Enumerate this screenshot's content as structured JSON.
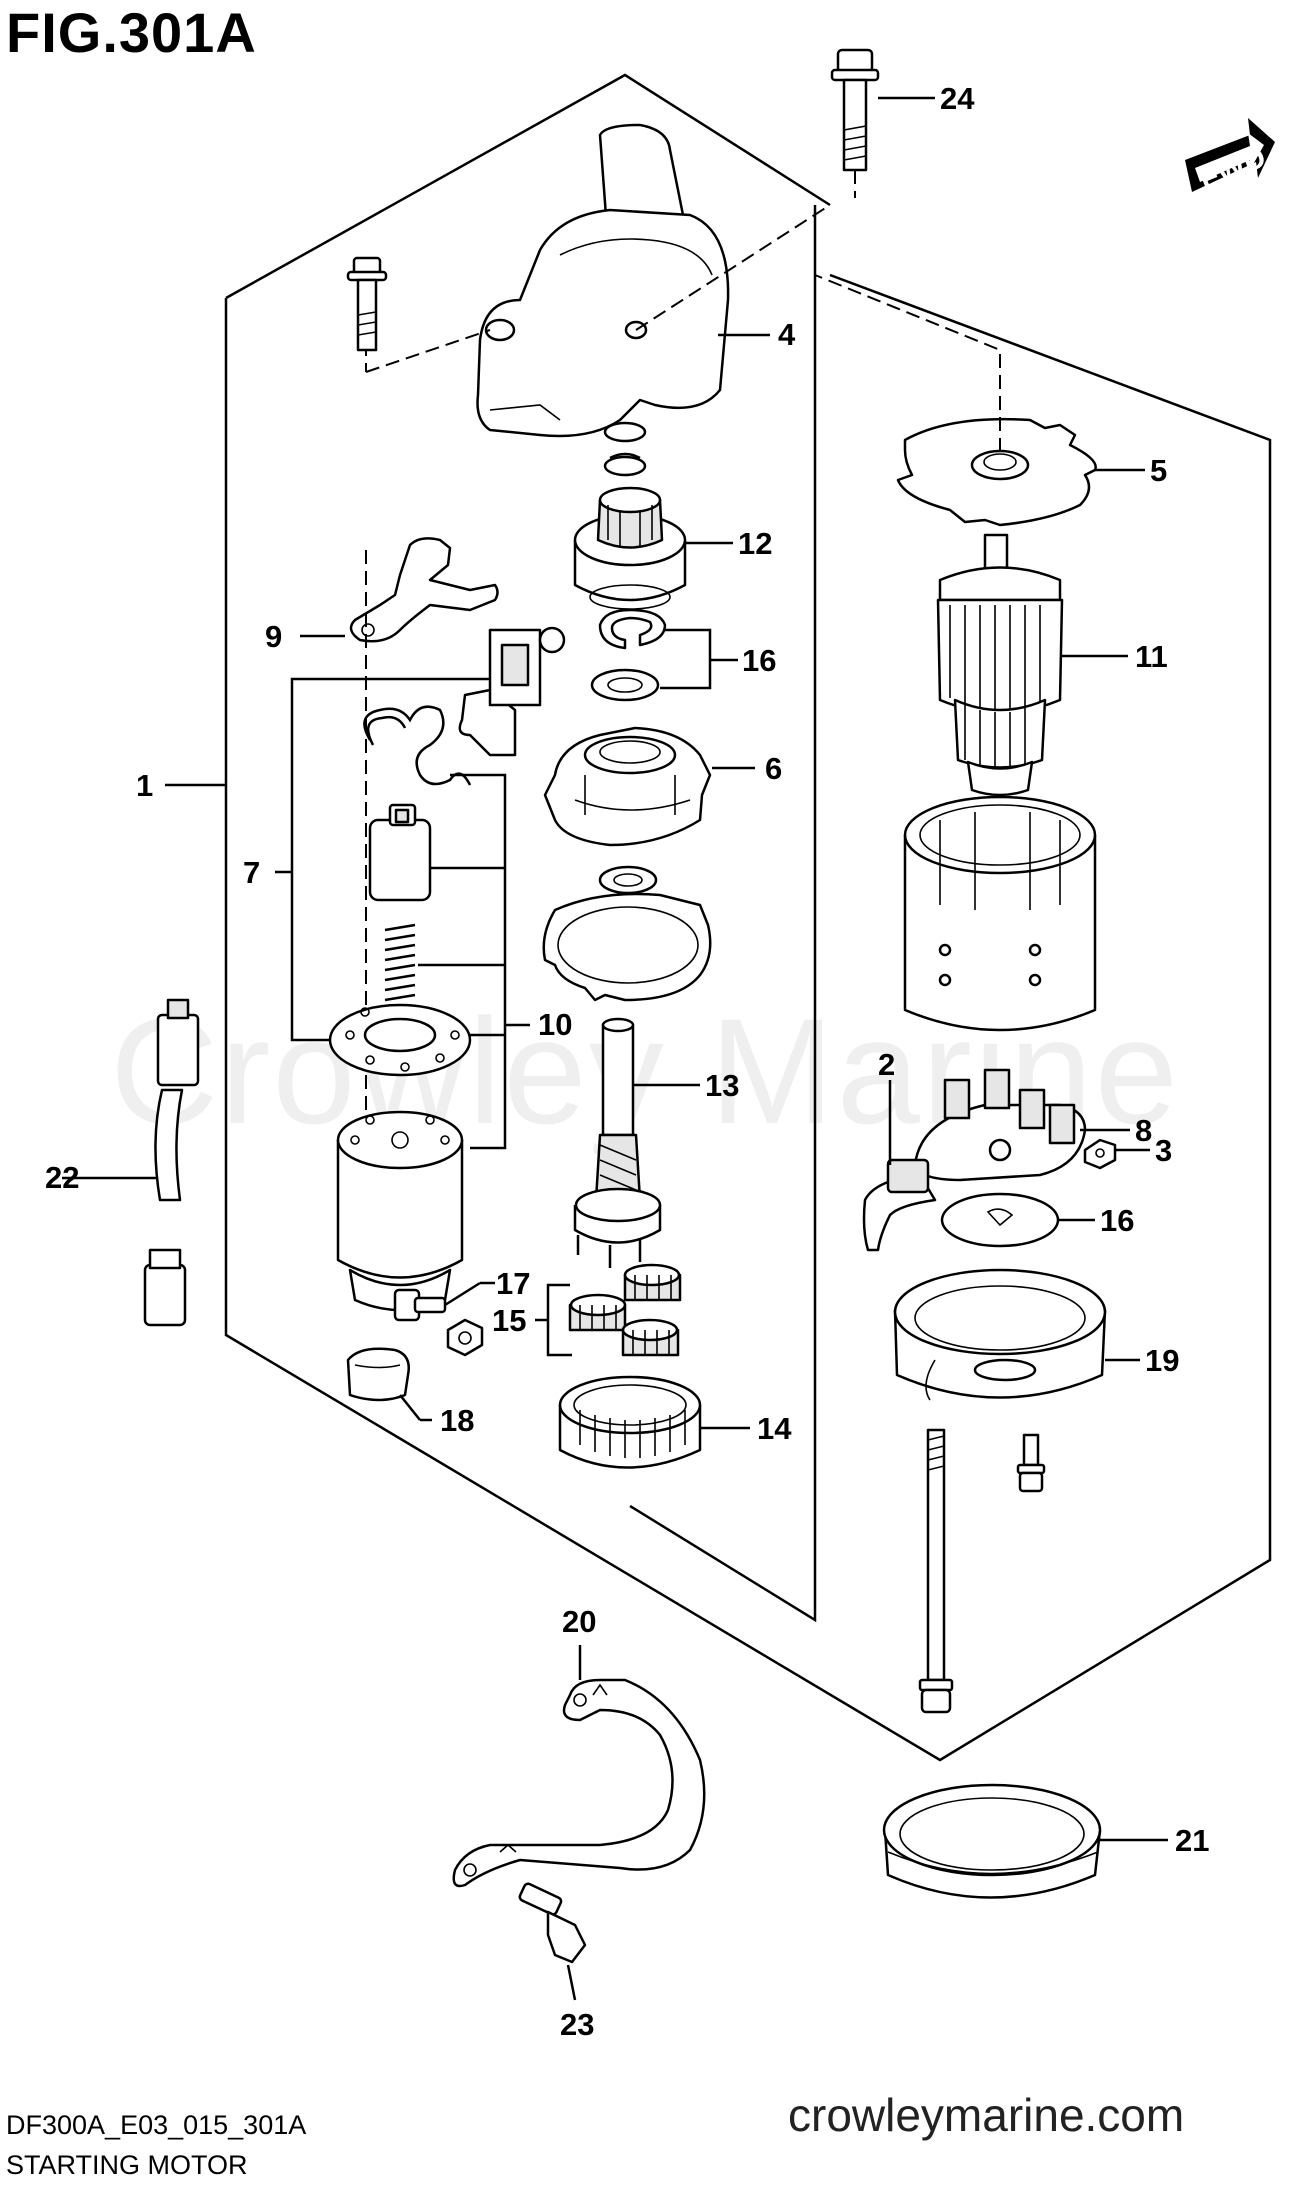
{
  "figure": {
    "title": "FIG.301A",
    "code": "DF300A_E03_015_301A",
    "caption": "STARTING MOTOR",
    "website": "crowleymarine.com",
    "watermark": "Crowley Marine",
    "direction_label": "FWD"
  },
  "callouts": {
    "c1": "1",
    "c2": "2",
    "c3": "3",
    "c4": "4",
    "c5": "5",
    "c6": "6",
    "c7": "7",
    "c8": "8",
    "c9": "9",
    "c10": "10",
    "c11": "11",
    "c12": "12",
    "c13": "13",
    "c14": "14",
    "c15": "15",
    "c16a": "16",
    "c16b": "16",
    "c17": "17",
    "c18": "18",
    "c19": "19",
    "c20": "20",
    "c21": "21",
    "c22": "22",
    "c23": "23",
    "c24": "24"
  }
}
